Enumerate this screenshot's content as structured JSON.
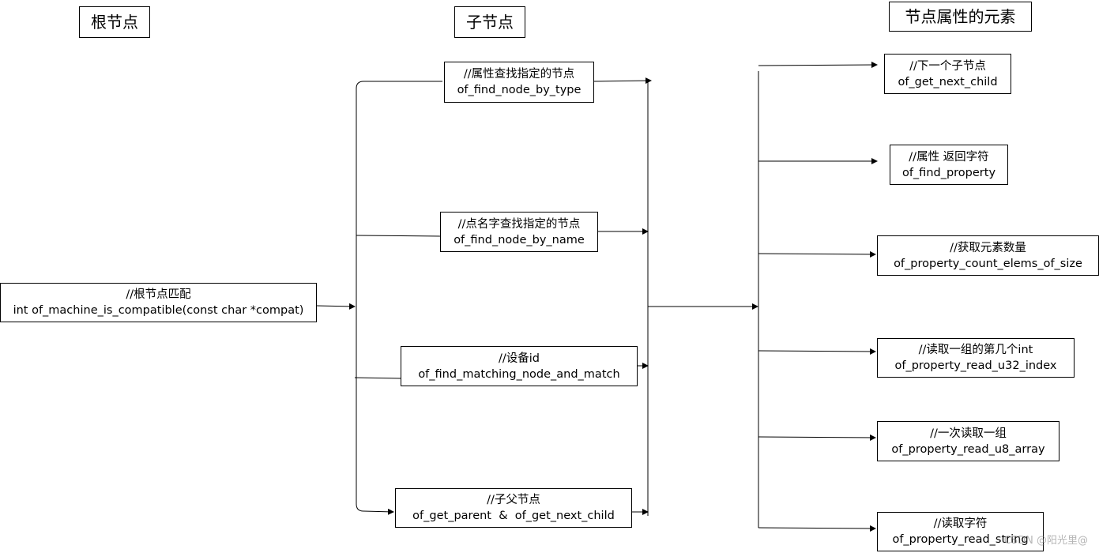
{
  "headers": {
    "root": "根节点",
    "child": "子节点",
    "props": "节点属性的元素"
  },
  "root_box": {
    "comment": "//根节点匹配",
    "func": "int of_machine_is_compatible(const char *compat)"
  },
  "child_boxes": [
    {
      "comment": "//属性查找指定的节点",
      "func": "of_find_node_by_type"
    },
    {
      "comment": "//点名字查找指定的节点",
      "func": "of_find_node_by_name"
    },
    {
      "comment": "//设备id",
      "func": "of_find_matching_node_and_match"
    },
    {
      "comment": "//子父节点",
      "func": "of_get_parent  &  of_get_next_child"
    }
  ],
  "prop_boxes": [
    {
      "comment": "//下一个子节点",
      "func": "of_get_next_child"
    },
    {
      "comment": "//属性 返回字符",
      "func": "of_find_property"
    },
    {
      "comment": "//获取元素数量",
      "func": "of_property_count_elems_of_size"
    },
    {
      "comment": "//读取一组的第几个int",
      "func": "of_property_read_u32_index"
    },
    {
      "comment": "//一次读取一组",
      "func": "of_property_read_u8_array"
    },
    {
      "comment": "//读取字符",
      "func": "of_property_read_string"
    }
  ],
  "watermark": "CSDN @阳光里@"
}
